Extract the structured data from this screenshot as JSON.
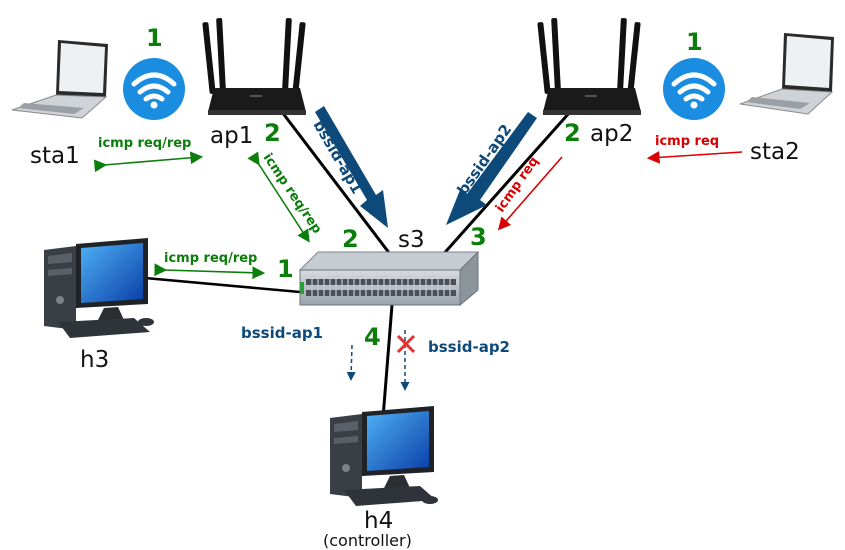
{
  "devices": {
    "sta1": "sta1",
    "sta2": "sta2",
    "ap1": "ap1",
    "ap2": "ap2",
    "s3": "s3",
    "h3": "h3",
    "h4": "h4",
    "h4_note": "(controller)"
  },
  "steps": {
    "wifi_ap1": "1",
    "wifi_ap2": "1",
    "ap1_port": "2",
    "ap2_port": "2",
    "s3_port_ap1": "2",
    "s3_port_ap2": "3",
    "s3_port_h3": "1",
    "s3_port_h4": "4"
  },
  "flows": {
    "sta1_ap1": "icmp req/rep",
    "ap1_s3": "icmp req/rep",
    "h3_s3": "icmp req/rep",
    "sta2_ap2": "icmp req",
    "ap2_s3": "icmp req",
    "bssid_ap1_top": "bssid-ap1",
    "bssid_ap2_top": "bssid-ap2",
    "bssid_ap1_bottom": "bssid-ap1",
    "bssid_ap2_bottom": "bssid-ap2"
  },
  "colors": {
    "green": "#0a7d0a",
    "red": "#d80000",
    "blue": "#0d4a7a",
    "wifi": "#1a8de0"
  }
}
